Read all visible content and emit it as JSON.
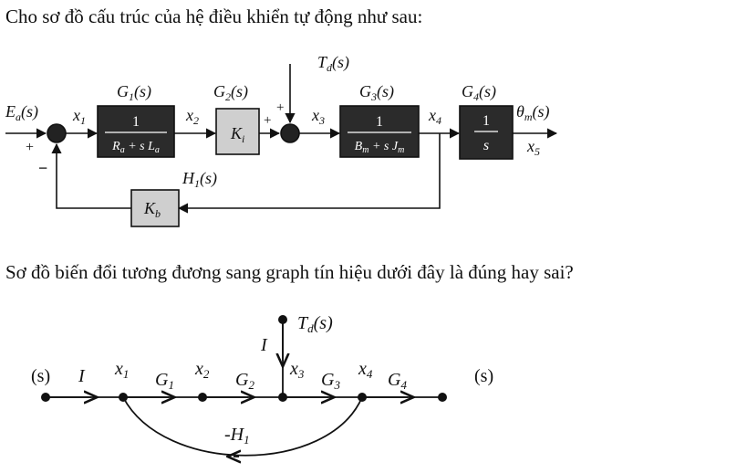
{
  "question_1": "Cho sơ đồ cấu trúc của hệ điều khiển tự động như sau:",
  "question_2": "Sơ đồ biến đổi tương đương sang graph tín hiệu dưới đây là đúng hay sai?",
  "block_diagram": {
    "input": "E",
    "input_sub": "a",
    "input_s": "(s)",
    "disturbance": "T",
    "disturbance_sub": "d",
    "disturbance_s": "(s)",
    "output": "θ",
    "output_sub": "m",
    "output_s": "(s)",
    "signals": {
      "x1": "x",
      "x2": "x",
      "x3": "x",
      "x4": "x",
      "x5": "x"
    },
    "signal_subs": {
      "x1": "1",
      "x2": "2",
      "x3": "3",
      "x4": "4",
      "x5": "5"
    },
    "block_labels": {
      "g1": {
        "name": "G",
        "sub": "1",
        "s": "(s)"
      },
      "g2": {
        "name": "G",
        "sub": "2",
        "s": "(s)"
      },
      "g3": {
        "name": "G",
        "sub": "3",
        "s": "(s)"
      },
      "g4": {
        "name": "G",
        "sub": "4",
        "s": "(s)"
      },
      "h1": {
        "name": "H",
        "sub": "1",
        "s": "(s)"
      }
    },
    "blocks": {
      "g1_num": "1",
      "g1_den": "R",
      "g1_den_sub1": "a",
      "g1_den_mid": " + s L",
      "g1_den_sub2": "a",
      "g2": "K",
      "g2_sub": "i",
      "g3_num": "1",
      "g3_den": "B",
      "g3_den_sub1": "m",
      "g3_den_mid": " + s J",
      "g3_den_sub2": "m",
      "g4_num": "1",
      "g4_den": "s",
      "kb": "K",
      "kb_sub": "b"
    },
    "signs": {
      "sum1_in": "+",
      "sum1_fb": "−",
      "sum2_in": "+",
      "sum2_dist": "+"
    },
    "colors": {
      "dark_block": "#2b2b2b",
      "light_block": "#cfcfcf",
      "line": "#111111"
    }
  },
  "signal_graph": {
    "left_label": "(s)",
    "right_label": "(s)",
    "disturbance": "T",
    "disturbance_sub": "d",
    "disturbance_s": "(s)",
    "disturbance_gain": "I",
    "nodes": {
      "x1": "x",
      "x2": "x",
      "x3": "x",
      "x4": "x"
    },
    "node_subs": {
      "x1": "1",
      "x2": "2",
      "x3": "3",
      "x4": "4"
    },
    "gains": {
      "e0": "I",
      "e1": "G",
      "e1_sub": "1",
      "e2": "G",
      "e2_sub": "2",
      "e3": "G",
      "e3_sub": "3",
      "e4": "G",
      "e4_sub": "4"
    },
    "feedback": "-H",
    "feedback_sub": "1"
  }
}
